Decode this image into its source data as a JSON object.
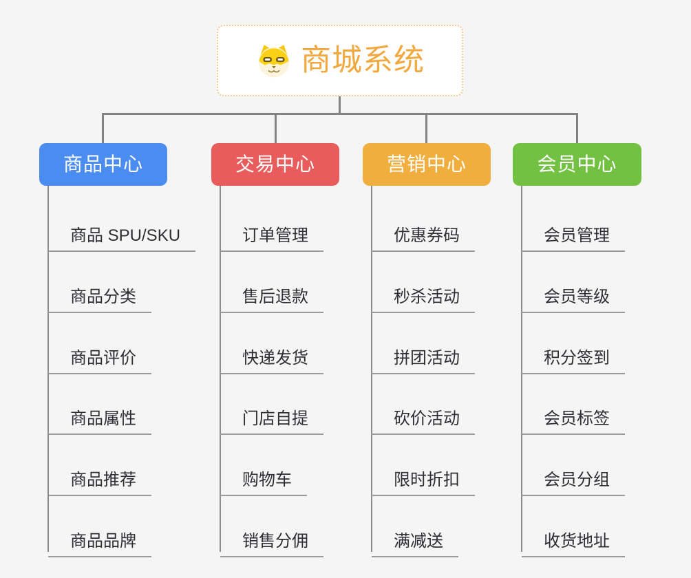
{
  "root": {
    "title": "商城系统",
    "icon": "shiba-dog-icon",
    "title_color": "#f1a93f",
    "border_color": "#f2c98e"
  },
  "connector_color": "#838383",
  "background_color": "#f5f5f6",
  "branches": [
    {
      "label": "商品中心",
      "color": "#4a8cf0",
      "children": [
        "商品 SPU/SKU",
        "商品分类",
        "商品评价",
        "商品属性",
        "商品推荐",
        "商品品牌"
      ]
    },
    {
      "label": "交易中心",
      "color": "#e85c5c",
      "children": [
        "订单管理",
        "售后退款",
        "快递发货",
        "门店自提",
        "购物车",
        "销售分佣"
      ]
    },
    {
      "label": "营销中心",
      "color": "#f0ae3f",
      "children": [
        "优惠券码",
        "秒杀活动",
        "拼团活动",
        "砍价活动",
        "限时折扣",
        "满减送"
      ]
    },
    {
      "label": "会员中心",
      "color": "#72c142",
      "children": [
        "会员管理",
        "会员等级",
        "积分签到",
        "会员标签",
        "会员分组",
        "收货地址"
      ]
    }
  ]
}
